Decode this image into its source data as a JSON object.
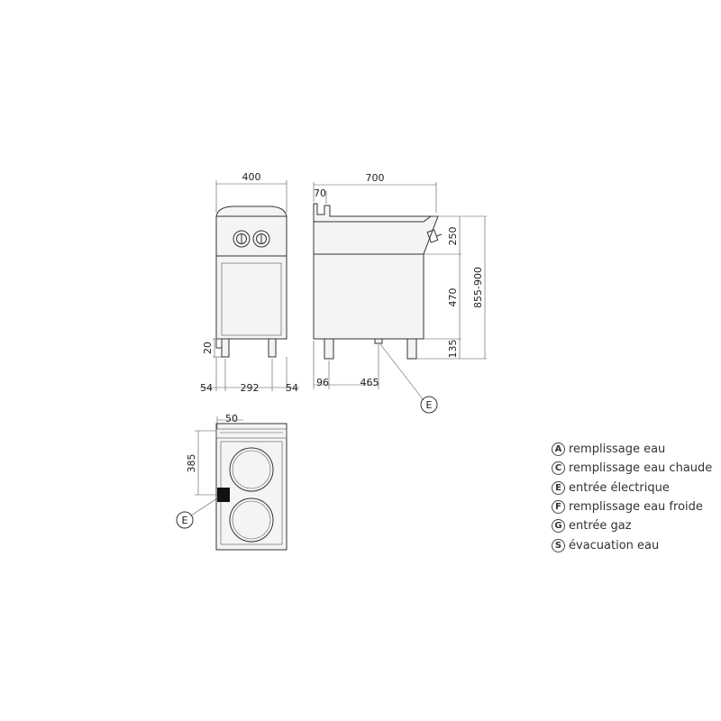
{
  "front_view": {
    "dim_width": "400",
    "dim_height": "20",
    "dim_left": "54",
    "dim_middle": "292",
    "dim_right": "54"
  },
  "side_view": {
    "dim_depth": "700",
    "dim_top": "70",
    "dim_upper": "250",
    "dim_middle": "470",
    "dim_lower": "135",
    "dim_total": "855-900",
    "dim_leg": "96",
    "dim_offset": "465",
    "marker": "E"
  },
  "top_view": {
    "dim_edge": "50",
    "dim_depth": "385",
    "marker": "E"
  },
  "legend": [
    {
      "letter": "A",
      "text": "remplissage eau"
    },
    {
      "letter": "C",
      "text": "remplissage eau chaude"
    },
    {
      "letter": "E",
      "text": "entrée électrique"
    },
    {
      "letter": "F",
      "text": "remplissage eau froide"
    },
    {
      "letter": "G",
      "text": "entrée gaz"
    },
    {
      "letter": "S",
      "text": "évacuation eau"
    }
  ]
}
